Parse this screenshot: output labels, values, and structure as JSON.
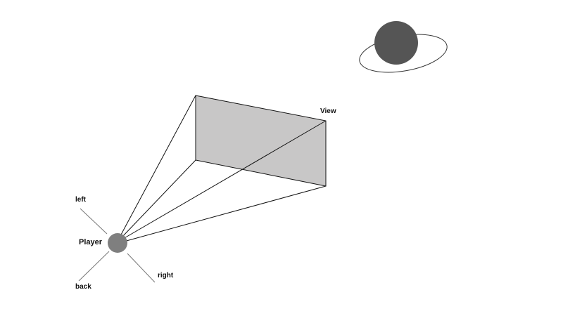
{
  "labels": {
    "player": "Player",
    "left": "left",
    "right": "right",
    "back": "back",
    "view": "View"
  },
  "colors": {
    "view_plane": "#c8c7c7",
    "player": "#7f7f7f",
    "planet": "#555555",
    "line": "#111111",
    "direction_line": "#777777"
  }
}
